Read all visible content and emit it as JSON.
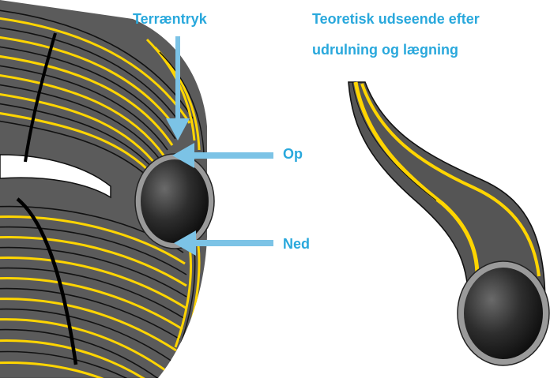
{
  "labels": {
    "terraentryk": "Terræntryk",
    "teoretisk_line1": "Teoretisk udseende efter",
    "teoretisk_line2": "udrulning og lægning",
    "op": "Op",
    "ned": "Ned"
  },
  "colors": {
    "label_blue": "#29a8dc",
    "arrow_blue": "#7cc3e6",
    "pipe_gray": "#5b5b5b",
    "stripe_yellow": "#ffd500",
    "tie_black": "#000000",
    "rim_gray": "#a8a8a8"
  }
}
